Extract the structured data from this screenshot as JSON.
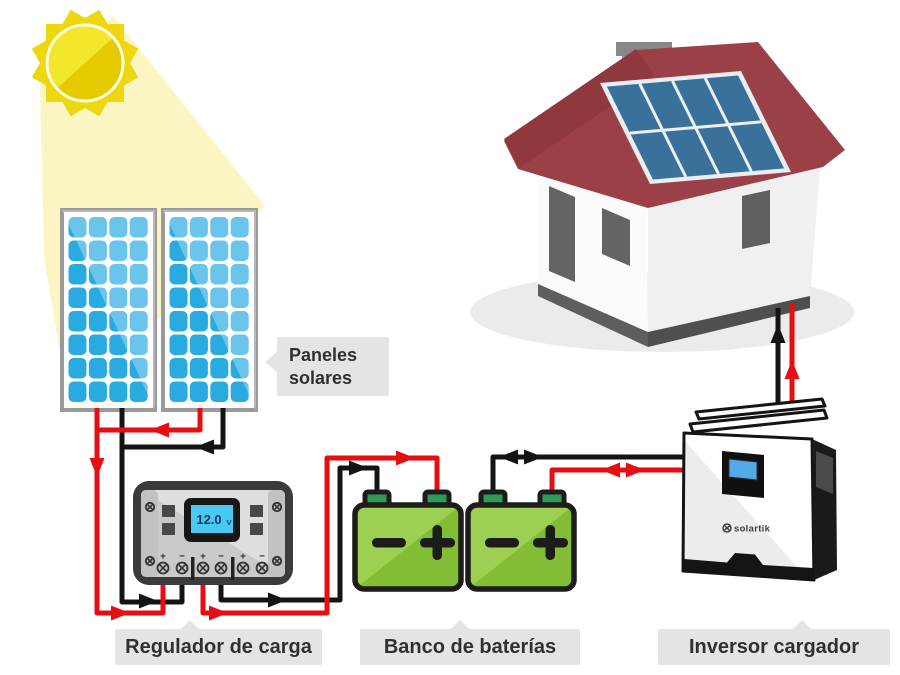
{
  "labels": {
    "panels": "Paneles solares",
    "controller": "Regulador de carga",
    "batteries": "Banco de baterías",
    "inverter": "Inversor cargador"
  },
  "controller": {
    "lcd_value": "12.0",
    "lcd_unit": "V",
    "terminal_signs": [
      "+",
      "−",
      "+",
      "−",
      "+",
      "−"
    ]
  },
  "inverter": {
    "brand": "solartik"
  },
  "battery": {
    "minus_symbol": "−",
    "plus_symbol": "+"
  },
  "colors": {
    "wire_positive_red": "#E60E13",
    "wire_negative_black": "#141414",
    "sun_yellow": "#F4E62A",
    "beam_yellow": "#FAF5C2",
    "panel_cell_blue": "#29ABE2",
    "battery_green": "#8CC63E",
    "roof_red": "#9C4047",
    "lcd_cyan": "#49C9F2",
    "label_bg": "#E4E4E4"
  }
}
